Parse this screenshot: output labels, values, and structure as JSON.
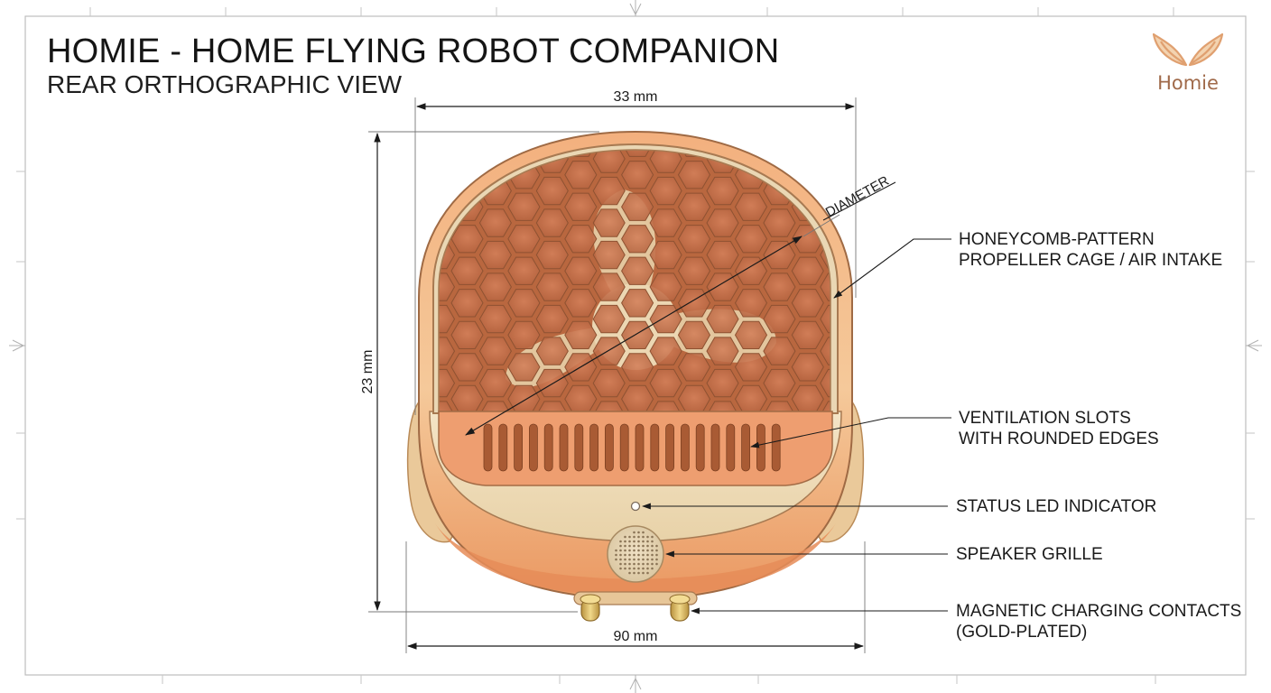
{
  "header": {
    "title": "HOMIE - HOME FLYING ROBOT COMPANION",
    "subtitle": "REAR ORTHOGRAPHIC VIEW"
  },
  "logo": {
    "icon": "wings-icon",
    "text": "Homie",
    "color": "#e0a070"
  },
  "dimensions": {
    "top_width": "33 mm",
    "height": "23 mm",
    "bottom_width": "90 mm",
    "diameter_label": "DIAMETER"
  },
  "callouts": [
    {
      "id": "cage",
      "line1": "HONEYCOMB-PATTERN",
      "line2": "PROPELLER CAGE / AIR INTAKE"
    },
    {
      "id": "vents",
      "line1": "VENTILATION SLOTS",
      "line2": "WITH ROUNDED EDGES"
    },
    {
      "id": "led",
      "line1": "STATUS LED INDICATOR",
      "line2": ""
    },
    {
      "id": "speaker",
      "line1": "SPEAKER GRILLE",
      "line2": ""
    },
    {
      "id": "contacts",
      "line1": "MAGNETIC CHARGING CONTACTS",
      "line2": "(GOLD-PLATED)"
    }
  ],
  "colors": {
    "cream": "#efdcbc",
    "orange": "#ee9a6a",
    "cage_hole": "#c8744c",
    "gold": "#d9b860"
  }
}
